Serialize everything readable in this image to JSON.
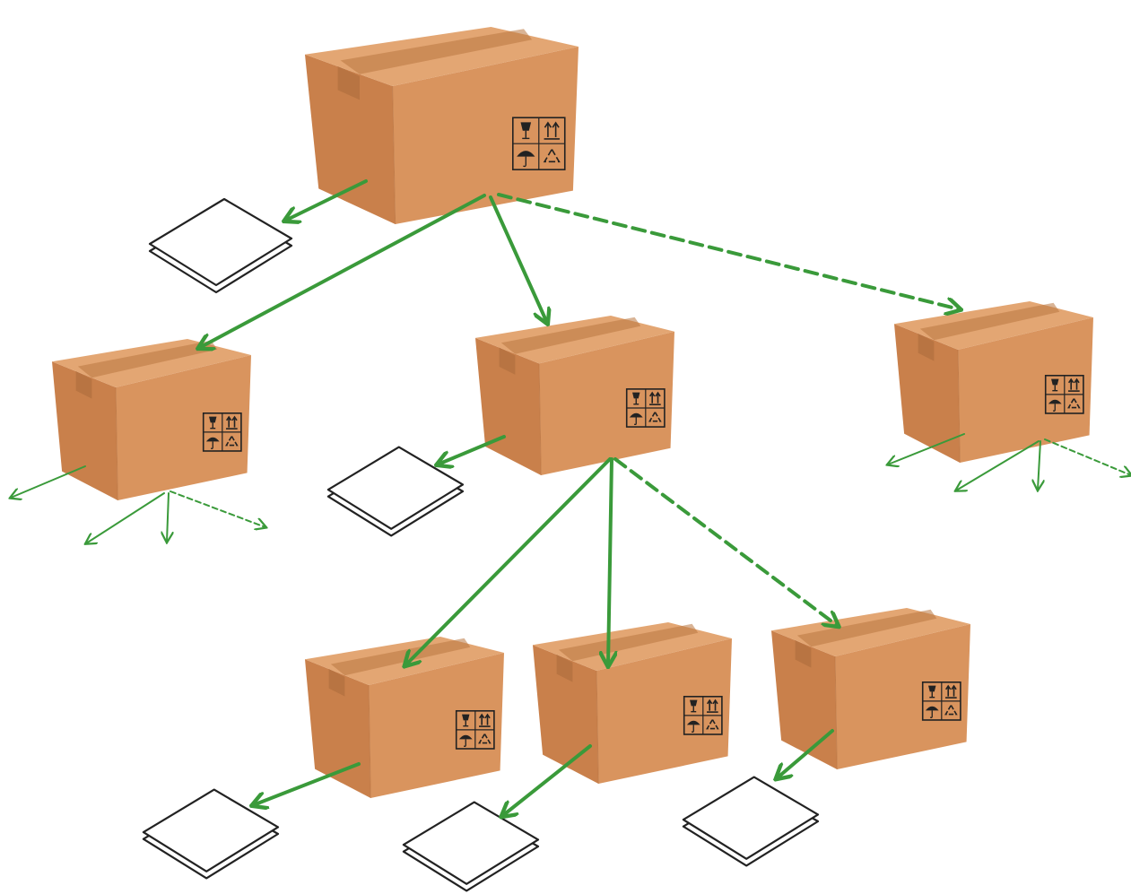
{
  "diagram": {
    "description_free": true,
    "colors": {
      "background": "#ffffff",
      "arrow": "#3a9a3a",
      "box_front": "#d9945e",
      "box_side": "#c9804b",
      "box_top": "#e3a673",
      "box_tape": "#b9773f",
      "box_shadow": "#b87442",
      "paper": "#ffffff",
      "paper_outline": "#222222",
      "label_ink": "#222222"
    },
    "symbols": [
      "fragile-glass-icon",
      "this-way-up-icon",
      "keep-dry-umbrella-icon",
      "recycle-icon"
    ],
    "nodes": [
      {
        "id": "root",
        "kind": "box",
        "level": 0
      },
      {
        "id": "root-doc",
        "kind": "document",
        "level": 0
      },
      {
        "id": "left-child",
        "kind": "box",
        "level": 1
      },
      {
        "id": "mid-child",
        "kind": "box",
        "level": 1
      },
      {
        "id": "mid-child-doc",
        "kind": "document",
        "level": 1
      },
      {
        "id": "right-child",
        "kind": "box",
        "level": 1
      },
      {
        "id": "grand-1",
        "kind": "box",
        "level": 2
      },
      {
        "id": "grand-1-doc",
        "kind": "document",
        "level": 2
      },
      {
        "id": "grand-2",
        "kind": "box",
        "level": 2
      },
      {
        "id": "grand-2-doc",
        "kind": "document",
        "level": 2
      },
      {
        "id": "grand-3",
        "kind": "box",
        "level": 2
      },
      {
        "id": "grand-3-doc",
        "kind": "document",
        "level": 2
      }
    ],
    "edges": [
      {
        "from": "root",
        "to": "root-doc",
        "style": "solid"
      },
      {
        "from": "root",
        "to": "left-child",
        "style": "solid"
      },
      {
        "from": "root",
        "to": "mid-child",
        "style": "solid"
      },
      {
        "from": "root",
        "to": "right-child",
        "style": "dashed"
      },
      {
        "from": "mid-child",
        "to": "mid-child-doc",
        "style": "solid"
      },
      {
        "from": "mid-child",
        "to": "grand-1",
        "style": "solid"
      },
      {
        "from": "mid-child",
        "to": "grand-2",
        "style": "solid"
      },
      {
        "from": "mid-child",
        "to": "grand-3",
        "style": "dashed"
      },
      {
        "from": "grand-1",
        "to": "grand-1-doc",
        "style": "solid"
      },
      {
        "from": "grand-2",
        "to": "grand-2-doc",
        "style": "solid"
      },
      {
        "from": "grand-3",
        "to": "grand-3-doc",
        "style": "solid"
      },
      {
        "from": "left-child",
        "to": "stub",
        "style": "solid"
      },
      {
        "from": "left-child",
        "to": "stub",
        "style": "solid"
      },
      {
        "from": "left-child",
        "to": "stub",
        "style": "solid"
      },
      {
        "from": "left-child",
        "to": "stub",
        "style": "dashed"
      },
      {
        "from": "right-child",
        "to": "stub",
        "style": "solid"
      },
      {
        "from": "right-child",
        "to": "stub",
        "style": "solid"
      },
      {
        "from": "right-child",
        "to": "stub",
        "style": "solid"
      },
      {
        "from": "right-child",
        "to": "stub",
        "style": "dashed"
      }
    ]
  }
}
